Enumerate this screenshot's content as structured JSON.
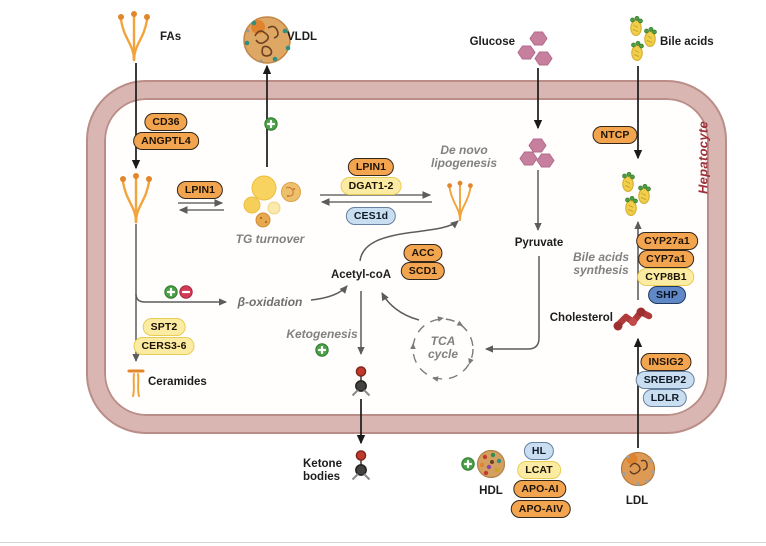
{
  "colors": {
    "membrane_fill": "#d9b6b1",
    "membrane_outline": "#ba8d88",
    "pill_orange": "#f3a44e",
    "pill_yellow": "#fceca3",
    "pill_blue": "#cadef2",
    "pill_dark_blue": "#6088c6",
    "positive_green": "#4da04a",
    "negative_red": "#d23b56",
    "hepatocyte_text": "#9e2f38",
    "pathway_text": "#818181",
    "glucose_pink": "#c77f9e",
    "bile_yellow": "#f1cf4b",
    "cholesterol_red": "#b03a3a",
    "fatty_acid_orange": "#f2a43c"
  },
  "cell": {
    "label": "Hepatocyte"
  },
  "extracellular": {
    "fas": "FAs",
    "vldl": "VLDL",
    "glucose": "Glucose",
    "bile_acids": "Bile acids",
    "ketone_line1": "Ketone",
    "ketone_line2": "bodies",
    "hdl": "HDL",
    "ldl": "LDL"
  },
  "metabolites": {
    "acetyl_coa": "Acetyl-coA",
    "pyruvate": "Pyruvate",
    "cholesterol": "Cholesterol",
    "ceramides": "Ceramides"
  },
  "processes": {
    "tg_turnover": "TG turnover",
    "de_novo_line1": "De novo",
    "de_novo_line2": "lipogenesis",
    "beta_oxidation": "β-oxidation",
    "ketogenesis": "Ketogenesis",
    "tca_line1": "TCA",
    "tca_line2": "cycle",
    "bile_synthesis_line1": "Bile acids",
    "bile_synthesis_line2": "synthesis"
  },
  "genes": {
    "cd36": "CD36",
    "angptl4": "ANGPTL4",
    "lpin1_fa": "LPIN1",
    "lpin1_dnl": "LPIN1",
    "dgat12": "DGAT1-2",
    "ces1d": "CES1d",
    "acc": "ACC",
    "scd1": "SCD1",
    "spt2": "SPT2",
    "cers36": "CERS3-6",
    "ntcp": "NTCP",
    "cyp27a1": "CYP27a1",
    "cyp7a1": "CYP7a1",
    "cyp8b1": "CYP8B1",
    "shp": "SHP",
    "insig2": "INSIG2",
    "srebp2": "SREBP2",
    "ldlr": "LDLR",
    "hl": "HL",
    "lcat": "LCAT",
    "apo_ai": "APO-AI",
    "apo_aiv": "APO-AIV"
  },
  "icons": {
    "positive_regulation": "plus-circle",
    "negative_regulation": "minus-circle"
  }
}
